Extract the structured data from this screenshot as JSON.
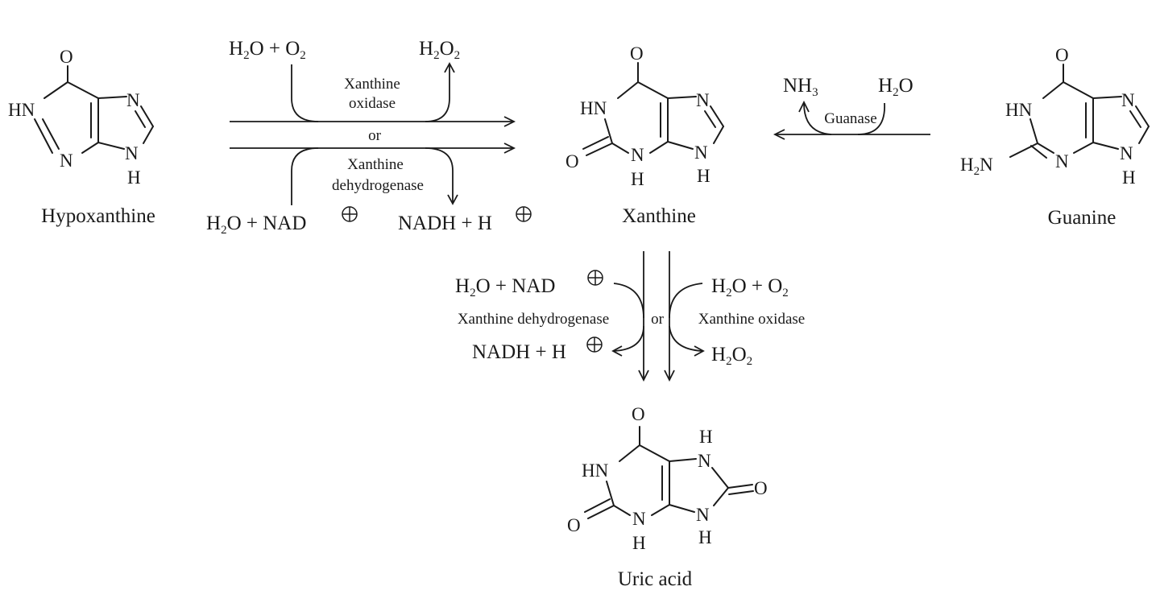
{
  "compounds": {
    "hypoxanthine": {
      "name": "Hypoxanthine",
      "atoms": {
        "o6": "O",
        "n1": "HN",
        "n3": "N",
        "n7": "N",
        "n9": "N",
        "h9": "H"
      }
    },
    "xanthine": {
      "name": "Xanthine",
      "atoms": {
        "o6": "O",
        "n1": "HN",
        "o2": "O",
        "n3": "N",
        "h3": "H",
        "n7": "N",
        "n9": "N",
        "h9": "H"
      }
    },
    "guanine": {
      "name": "Guanine",
      "atoms": {
        "o6": "O",
        "n1": "HN",
        "n3": "N",
        "n7": "N",
        "n9": "N",
        "h9": "H",
        "nh2_h": "H",
        "nh2_sub": "2",
        "nh2_n": "N"
      }
    },
    "uric_acid": {
      "name": "Uric acid",
      "atoms": {
        "o6": "O",
        "n1": "HN",
        "o2": "O",
        "n3": "N",
        "h3": "H",
        "n7": "N",
        "h7": "H",
        "o8": "O",
        "n9": "N",
        "h9": "H"
      }
    }
  },
  "reaction_top": {
    "oxidase_in": {
      "h": "H",
      "h_sub": "2",
      "o": "O + O",
      "o_sub": "2"
    },
    "oxidase_out": {
      "h": "H",
      "h_sub": "2",
      "o": "O",
      "o_sub": "2"
    },
    "enzyme_oxidase_line1": "Xanthine",
    "enzyme_oxidase_line2": "oxidase",
    "or": "or",
    "enzyme_dehydrogenase_line1": "Xanthine",
    "enzyme_dehydrogenase_line2": "dehydrogenase",
    "dehydrogenase_in": {
      "h": "H",
      "h_sub": "2",
      "rest": "O + NAD"
    },
    "dehydrogenase_out": "NADH + H"
  },
  "reaction_guanase": {
    "nh3": "NH",
    "nh3_sub": "3",
    "water_h": "H",
    "water_sub": "2",
    "water_o": "O",
    "enzyme": "Guanase"
  },
  "reaction_bottom": {
    "dehydrogenase_in": {
      "h": "H",
      "h_sub": "2",
      "rest": "O + NAD"
    },
    "enzyme_dehydrogenase": "Xanthine dehydrogenase",
    "dehydrogenase_out": "NADH + H",
    "or": "or",
    "oxidase_in": {
      "h": "H",
      "h_sub": "2",
      "o": "O + O",
      "o_sub": "2"
    },
    "enzyme_oxidase": "Xanthine oxidase",
    "oxidase_out": {
      "h": "H",
      "h_sub": "2",
      "o": "O",
      "o_sub": "2"
    }
  }
}
